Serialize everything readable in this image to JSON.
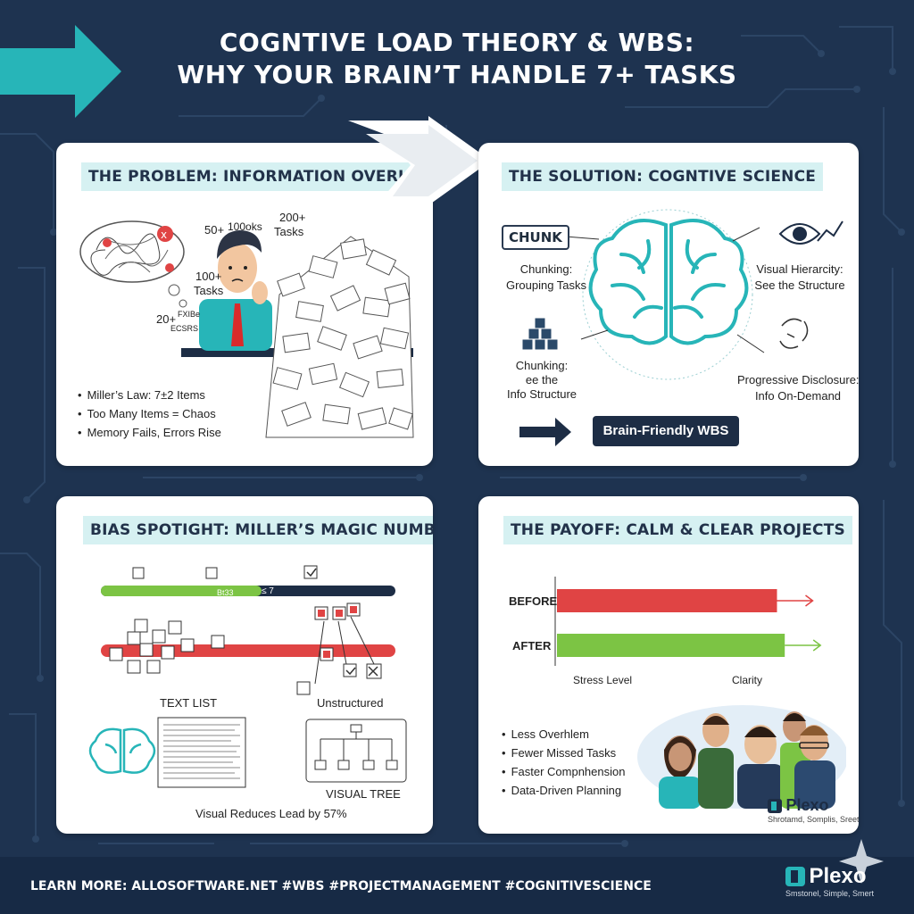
{
  "header": {
    "title_line1": "COGNTIVE LOAD THEORY & WBS:",
    "title_line2": "WHY YOUR BRAIN’T HANDLE 7+ TASKS"
  },
  "panel_problem": {
    "title": "THE PROBLEM: INFORMATION OVERLAD",
    "labels": {
      "fifty": "50+",
      "hundred_oks": "100oks",
      "two_hundred": "200+",
      "two_hundred_sub": "Tasks",
      "hundred": "100+",
      "hundred_sub": "Tasks",
      "twenty": "20+",
      "fxibe": "FXIBe",
      "ecsrs": "ECSRS"
    },
    "bullets": [
      "Miller’s Law: 7±2 Items",
      "Too Many Items = Chaos",
      "Memory Fails, Errors Rise"
    ]
  },
  "panel_solution": {
    "title": "THE SOLUTION: COGNTIVE SCIENCE",
    "chunk_box": "CHUNK",
    "chunking_title": "Chunking:",
    "chunking_sub": "Grouping Tasks",
    "chunking2_title": "Chunking:",
    "chunking2_line2": "ee the",
    "chunking2_line3": "Info Structure",
    "visual_title": "Visual Hierarcity:",
    "visual_sub": "See the Structure",
    "progressive_title": "Progressive Disclosure:",
    "progressive_sub": "Info On-Demand",
    "button": "Brain-Friendly WBS"
  },
  "panel_bias": {
    "title": "BIAS SPOTIGHT: MILLER’S MAGIC NUMBER",
    "bar_label": "≤ 7",
    "bar_inner": "Bt33",
    "text_list_label": "TEXT LIST",
    "unstructured_label": "Unstructured",
    "visual_tree_label": "VISUAL TREE",
    "caption": "Visual Reduces Lead by 57%"
  },
  "panel_payoff": {
    "title": "THE PAYOFF: CALM & CLEAR PROJECTS",
    "chart_data": {
      "type": "bar",
      "categories": [
        "BEFORE",
        "AFTER"
      ],
      "series": [
        {
          "name": "Stress Level",
          "values": [
            0.85,
            0.88
          ]
        }
      ],
      "xlabel_left": "Stress Level",
      "xlabel_right": "Clarity"
    },
    "colors": {
      "before": "#e04444",
      "after": "#7cc444"
    },
    "bullets": [
      "Less Overhlem",
      "Fewer Missed Tasks",
      "Faster Compnhension",
      "Data-Driven Planning"
    ],
    "logo_name": "Plexo",
    "logo_tag": "Shrotamd, Somplis, Sreet"
  },
  "footer": {
    "text": "LEARN MORE: ALLOSOFTWARE.NET #WBS #PROJECTMANAGEMENT #COGNITIVESCIENCE",
    "logo_name": "Plexo",
    "logo_tag": "Smstonel, Simple, Smert"
  },
  "colors": {
    "background": "#1e3350",
    "accent_teal": "#27b5b8",
    "panel_title_bg": "#d6f1f2",
    "dark_navy": "#1d2d45"
  }
}
